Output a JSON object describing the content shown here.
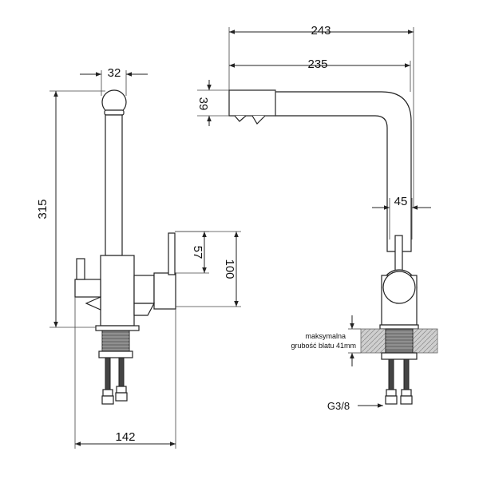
{
  "dimensions": {
    "top_width": "32",
    "height": "315",
    "body_width": "142",
    "handle_height": "57",
    "handle_total": "100",
    "overall_reach": "243",
    "spout_reach": "235",
    "spout_height": "39",
    "body_diameter": "45"
  },
  "annotations": {
    "counter_note_line1": "maksymalna",
    "counter_note_line2": "grubość blatu 41mm",
    "thread_label": "G3/8"
  }
}
